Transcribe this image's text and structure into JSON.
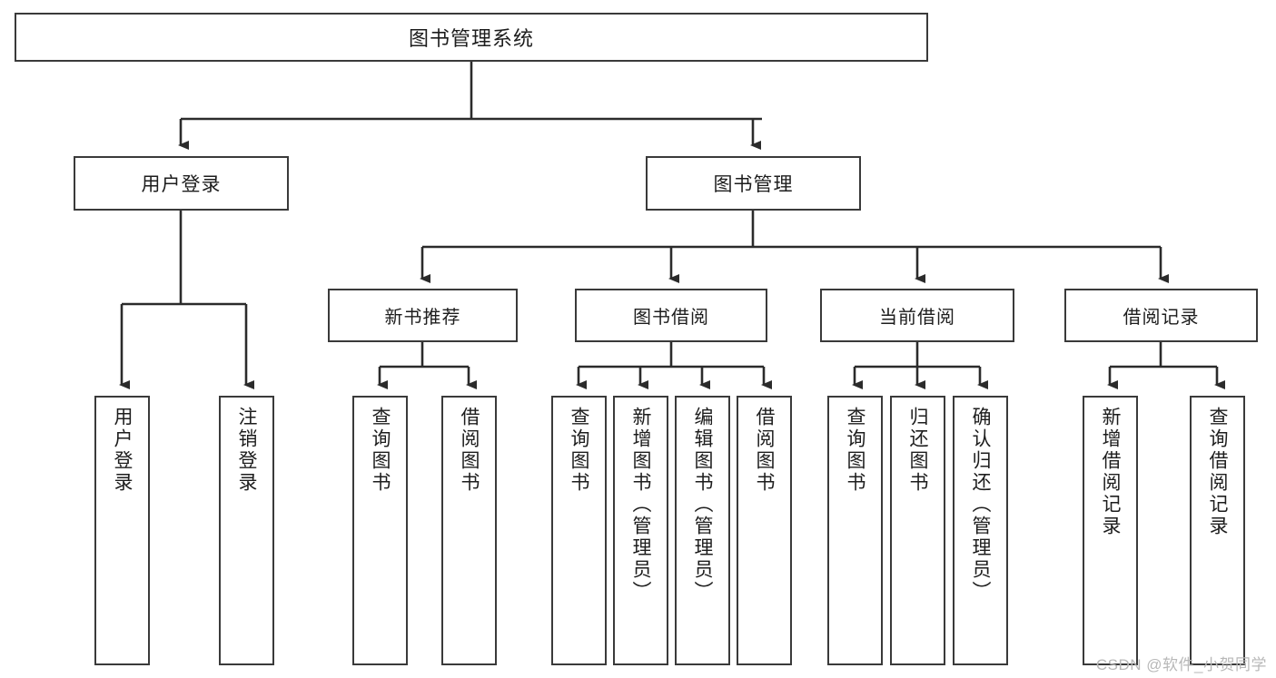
{
  "diagram": {
    "type": "tree",
    "title": "图书管理系统",
    "watermark": "CSDN @软件_小贺同学",
    "colors": {
      "box_border": "#3a3a3a",
      "box_fill": "#ffffff",
      "line": "#2b2b2b",
      "text": "#1d1d1d",
      "watermark": "#b8b8b8"
    },
    "root": {
      "label": "图书管理系统"
    },
    "level1": [
      {
        "label": "用户登录"
      },
      {
        "label": "图书管理"
      }
    ],
    "level2": [
      {
        "label": "新书推荐"
      },
      {
        "label": "图书借阅"
      },
      {
        "label": "当前借阅"
      },
      {
        "label": "借阅记录"
      }
    ],
    "leaves": {
      "user_login": [
        {
          "label": "用户登录"
        },
        {
          "label": "注销登录"
        }
      ],
      "new_book_recommend": [
        {
          "label": "查询图书"
        },
        {
          "label": "借阅图书"
        }
      ],
      "book_borrow": [
        {
          "label": "查询图书"
        },
        {
          "label": "新增图书（管理员）"
        },
        {
          "label": "编辑图书（管理员）"
        },
        {
          "label": "借阅图书"
        }
      ],
      "current_borrow": [
        {
          "label": "查询图书"
        },
        {
          "label": "归还图书"
        },
        {
          "label": "确认归还（管理员）"
        }
      ],
      "borrow_record": [
        {
          "label": "新增借阅记录"
        },
        {
          "label": "查询借阅记录"
        }
      ]
    }
  }
}
